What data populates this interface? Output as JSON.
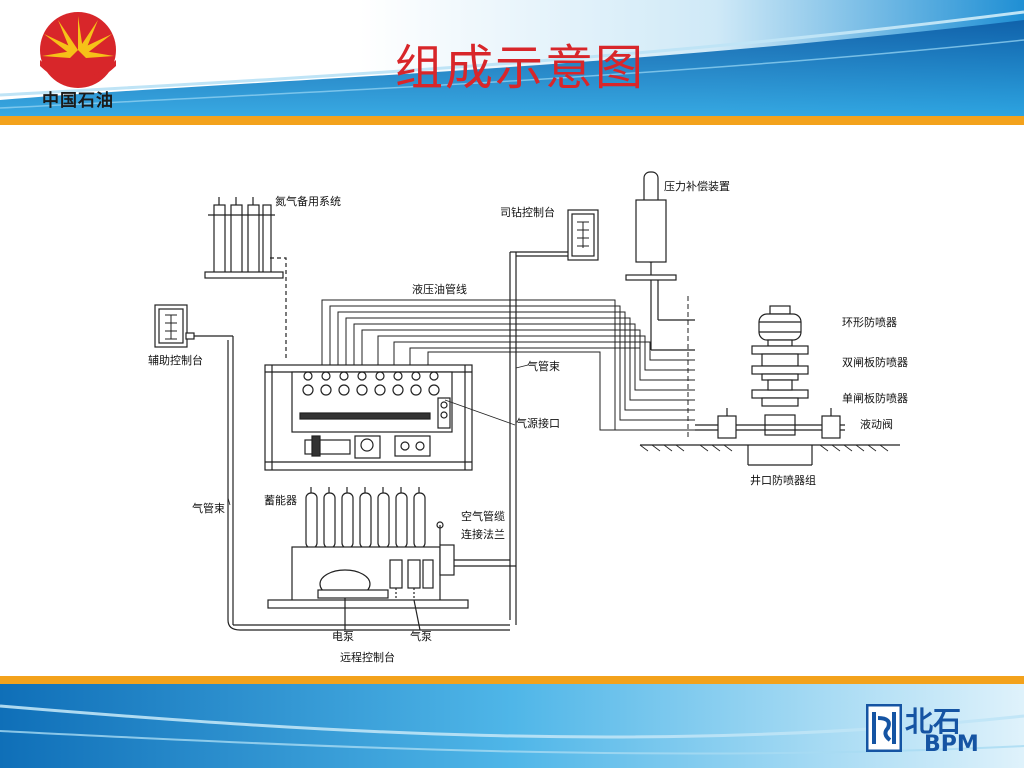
{
  "title": "组成示意图",
  "logo_left": {
    "text": "中国石油",
    "icon": "petrochina-logo-icon"
  },
  "logo_right": {
    "cn": "北石",
    "en": "BPM",
    "icon": "bpm-logo-icon"
  },
  "colors": {
    "title": "#d8262a",
    "header_blue": "#1f8fd4",
    "accent_orange": "#f3a21c",
    "logo_red": "#d8262a",
    "logo_yellow": "#f6c118",
    "bpm_blue": "#1554a3"
  },
  "labels": {
    "nitrogen": "氮气备用系统",
    "driller_panel": "司钻控制台",
    "pressure_comp": "压力补偿装置",
    "hydraulic_line": "液压油管线",
    "aux_panel": "辅助控制台",
    "air_bundle_1": "气管束",
    "air_source": "气源接口",
    "air_bundle_2": "气管束",
    "accumulator": "蓄能器",
    "air_hose_1": "空气管缆",
    "air_hose_2": "连接法兰",
    "electric_pump": "电泵",
    "air_pump": "气泵",
    "remote_panel": "远程控制台",
    "annular_bop": "环形防喷器",
    "double_ram_bop": "双闸板防喷器",
    "single_ram_bop": "单闸板防喷器",
    "hydraulic_valve": "液动阀",
    "wellhead_stack": "井口防喷器组"
  }
}
